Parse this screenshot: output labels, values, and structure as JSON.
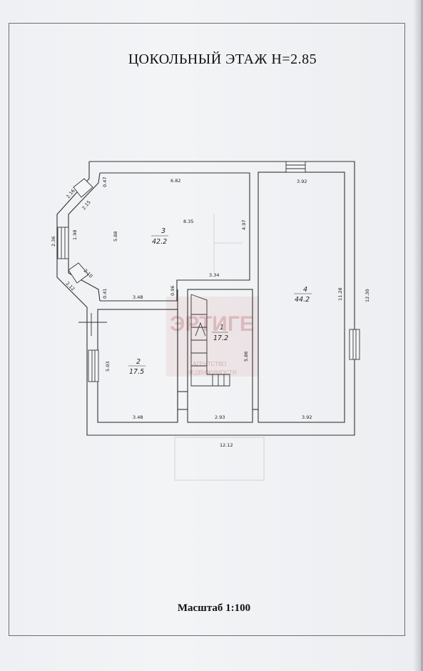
{
  "title": "ЦОКОЛЬНЫЙ ЭТАЖ  Н=2.85",
  "scale_note": "Масштаб 1:100",
  "rooms": [
    {
      "number": "1",
      "area": "17.2"
    },
    {
      "number": "2",
      "area": "17.5"
    },
    {
      "number": "3",
      "area": "42.2"
    },
    {
      "number": "4",
      "area": "44.2"
    }
  ],
  "dimensions": {
    "room3_top": "6.82",
    "room3_diag": "8.35",
    "room3_left": "5.88",
    "room3_right": "4.97",
    "room3_bottom": "3.34",
    "wall_047": "0.47",
    "wall_041": "0.41",
    "wall_096": "0.96",
    "bay_216": "2.16",
    "bay_215": "2.15",
    "bay_236": "2.36",
    "bay_198": "1.98",
    "bay_210": "2.10",
    "bay_212": "2.12",
    "room2_top": "3.48",
    "room2_left": "5.03",
    "room2_bottom": "3.48",
    "room1_right": "5.86",
    "room1_bottom": "2.93",
    "room4_top": "3.92",
    "room4_right": "11.28",
    "room4_bottom": "3.92",
    "outer_right": "12.30",
    "outer_bottom": "12.12"
  },
  "watermark": {
    "big": "ЭРТИГЕ",
    "line1": "АГЕНТСТВО",
    "line2": "НЕДВИЖИМОСТИ"
  }
}
